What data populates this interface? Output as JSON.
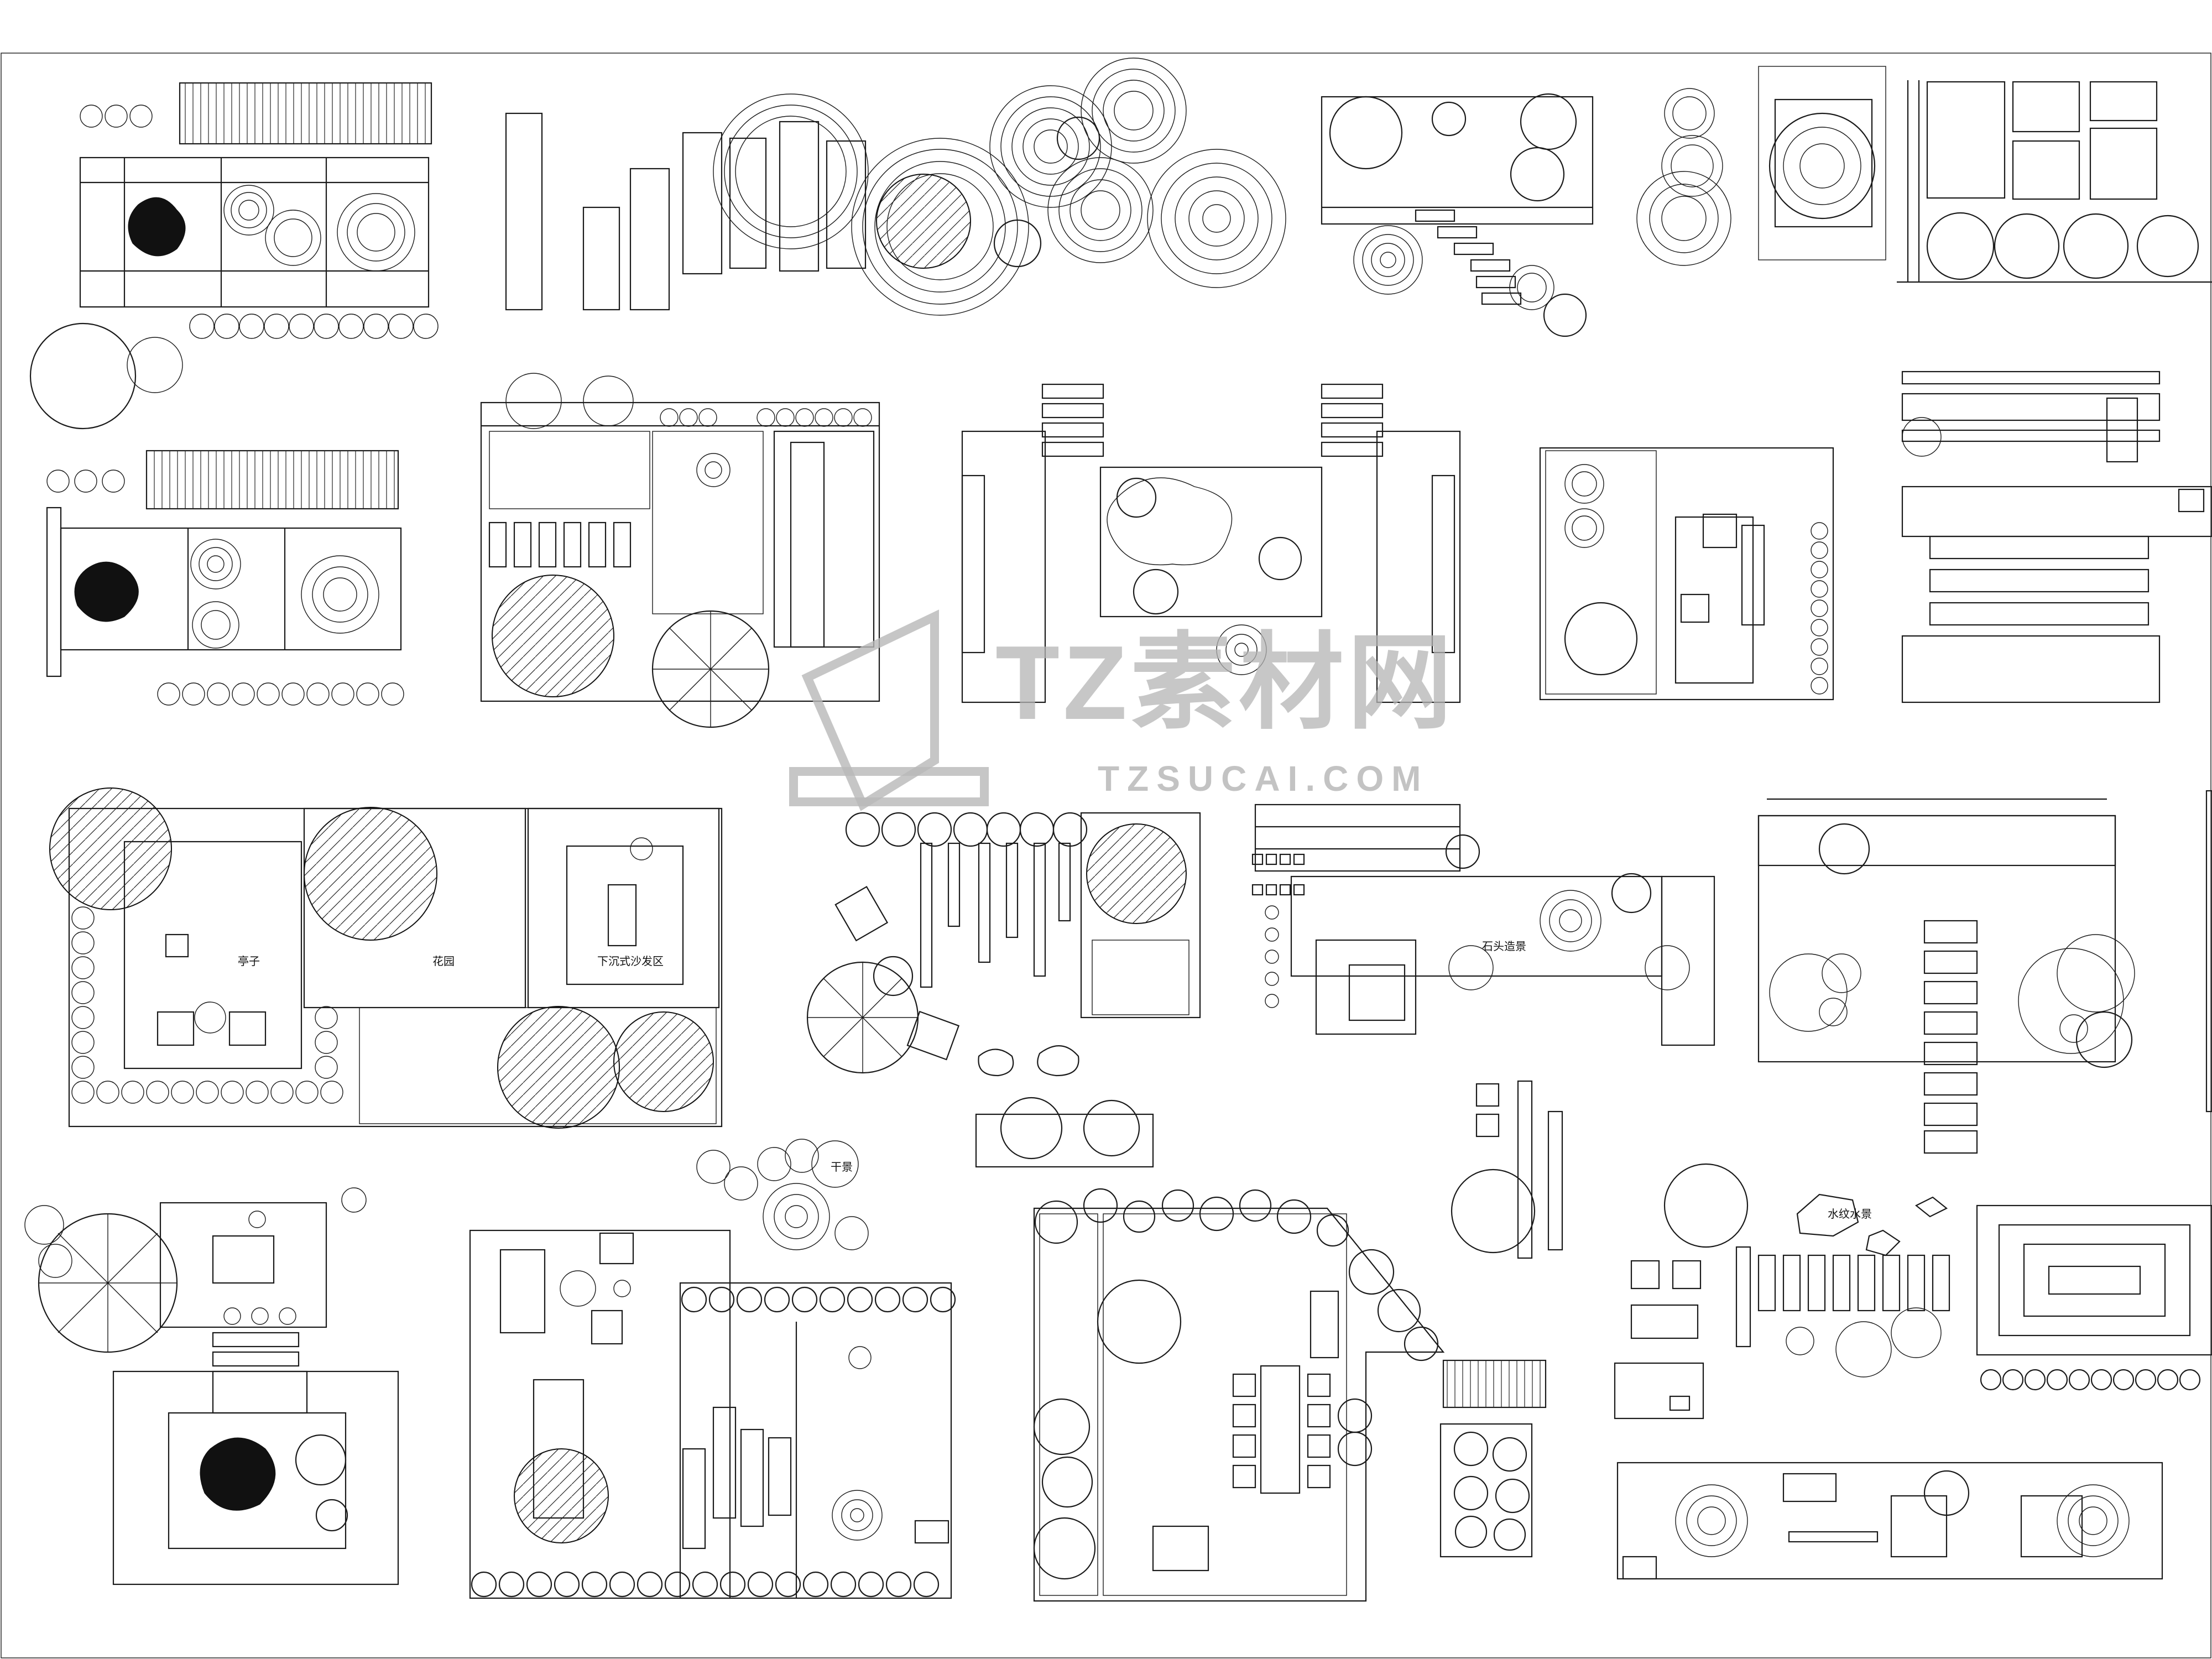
{
  "labels": {
    "pavilion": "亭子",
    "flowerbed": "花园",
    "sunken_sofa": "下沉式沙发区",
    "dry_scene": "干景",
    "stone_scene": "石头造景",
    "water_feature": "水纹水景"
  },
  "watermark": {
    "brand": "TZ素材网",
    "url": "TZSUCAI.COM"
  },
  "icons": [
    "tree-plan-icon",
    "shrub-icon",
    "umbrella-icon",
    "lounge-chair-icon",
    "stepping-stone-icon",
    "ripple-circle-icon",
    "boulder-icon"
  ]
}
